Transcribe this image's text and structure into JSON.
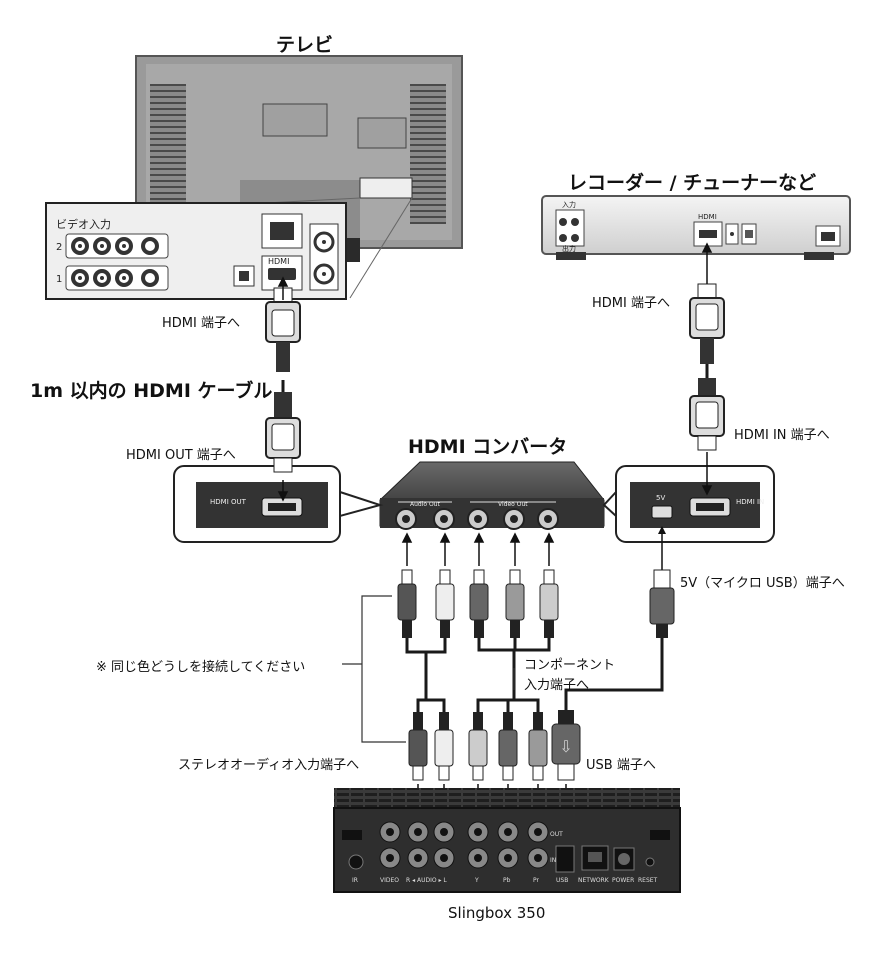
{
  "titles": {
    "tv": "テレビ",
    "recorder": "レコーダー / チューナーなど",
    "converter": "HDMI コンバータ",
    "slingbox": "Slingbox 350",
    "cable": "1m 以内の HDMI ケーブル"
  },
  "labels": {
    "tv_hdmi": "HDMI 端子へ",
    "conv_hdmi_out": "HDMI OUT 端子へ",
    "rec_hdmi": "HDMI 端子へ",
    "conv_hdmi_in": "HDMI IN 端子へ",
    "usb_5v": "5V（マイクロ USB）端子へ",
    "same_color": "※ 同じ色どうしを接続してください",
    "component_1": "コンポーネント",
    "component_2": "入力端子へ",
    "stereo_audio": "ステレオオーディオ入力端子へ",
    "usb_port": "USB 端子へ"
  },
  "tv_panel": {
    "video_input": "ビデオ入力",
    "row2": "2",
    "row1": "1",
    "hdmi": "HDMI"
  },
  "recorder_panel": {
    "input": "入力",
    "output": "出力",
    "hdmi": "HDMI"
  },
  "converter_panel": {
    "audio_out": "Audio Out",
    "video_out": "Video Out",
    "hdmi_out": "HDMI OUT",
    "hdmi_in": "HDMI IN",
    "v5": "5V"
  },
  "slingbox_panel": {
    "ir": "IR",
    "video": "VIDEO",
    "audio": "R ◂ AUDIO ▸ L",
    "y": "Y",
    "pb": "Pb",
    "pr": "Pr",
    "usb": "USB",
    "network": "NETWORK",
    "power": "POWER",
    "reset": "RESET",
    "in": "IN",
    "out": "OUT"
  },
  "colors": {
    "device_dark": "#3a3a3a",
    "device_mid": "#5a5a5a",
    "cable": "#1a1a1a",
    "plug_red": "#555555",
    "plug_white": "#eeeeee",
    "plug_green": "#9a9a9a",
    "plug_blue": "#777777",
    "background": "#ffffff"
  }
}
